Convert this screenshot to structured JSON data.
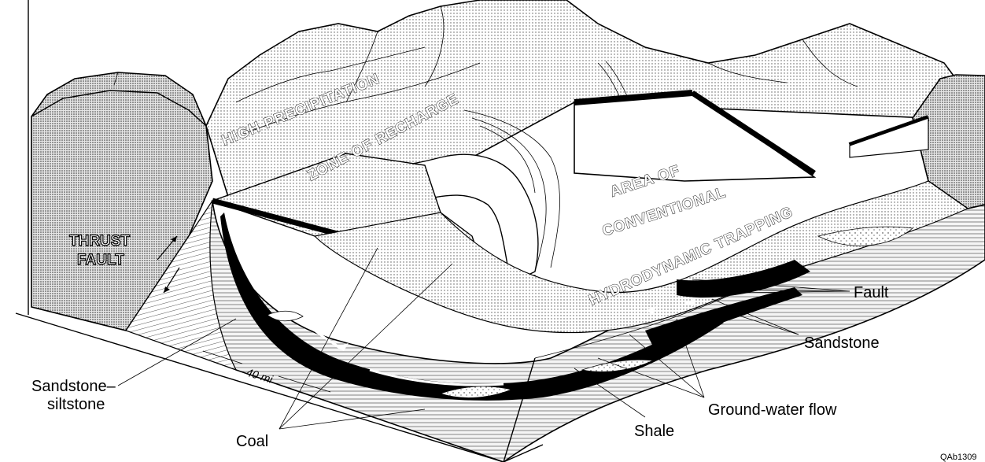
{
  "zones": {
    "high_precipitation": "HIGH   PRECIPITATION",
    "zone_of_recharge": "ZONE  OF  RECHARGE",
    "area_of": "AREA OF",
    "conventional": "CONVENTIONAL",
    "hydrodynamic_trapping": "HYDRODYNAMIC TRAPPING",
    "thrust_line1": "THRUST",
    "thrust_line2": "FAULT"
  },
  "labels": {
    "fault": "Fault",
    "sandstone": "Sandstone",
    "sandstone_siltstone_1": "Sandstone–",
    "sandstone_siltstone_2": "siltstone",
    "ground_water_flow": "Ground-water flow",
    "shale": "Shale",
    "coal": "Coal"
  },
  "scale": {
    "text": "40 mi"
  },
  "figure_code": "QAb1309"
}
